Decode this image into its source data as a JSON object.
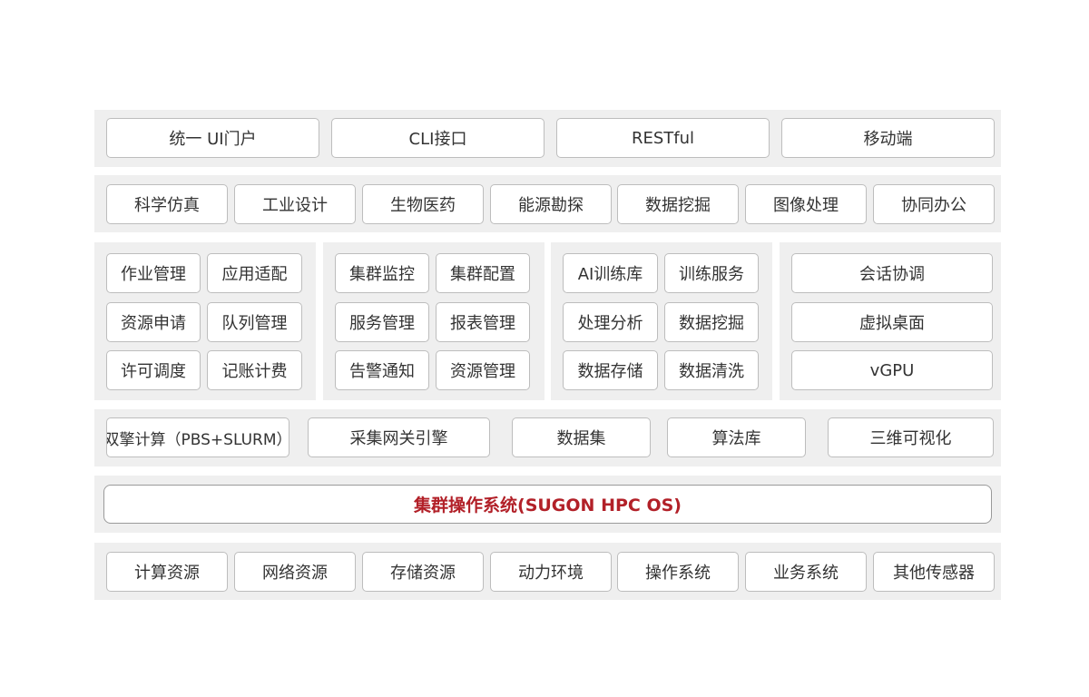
{
  "colors": {
    "band_bg": "#efefef",
    "box_border": "#bdbdbd",
    "text": "#333333",
    "core_text": "#b22028"
  },
  "portal": [
    "统一 UI门户",
    "CLI接口",
    "RESTful",
    "移动端"
  ],
  "applications": [
    "科学仿真",
    "工业设计",
    "生物医药",
    "能源勘探",
    "数据挖掘",
    "图像处理",
    "协同办公"
  ],
  "modules": [
    {
      "items": [
        "作业管理",
        "应用适配",
        "资源申请",
        "队列管理",
        "许可调度",
        "记账计费"
      ]
    },
    {
      "items": [
        "集群监控",
        "集群配置",
        "服务管理",
        "报表管理",
        "告警通知",
        "资源管理"
      ]
    },
    {
      "items": [
        "AI训练库",
        "训练服务",
        "处理分析",
        "数据挖掘",
        "数据存储",
        "数据清洗"
      ]
    },
    {
      "items": [
        "会话协调",
        "虚拟桌面",
        "vGPU"
      ]
    }
  ],
  "engines": [
    "双擎计算（PBS+SLURM）",
    "采集网关引擎",
    "数据集",
    "算法库",
    "三维可视化"
  ],
  "core": {
    "label": "集群操作系统(SUGON HPC OS)"
  },
  "infrastructure": [
    "计算资源",
    "网络资源",
    "存储资源",
    "动力环境",
    "操作系统",
    "业务系统",
    "其他传感器"
  ]
}
